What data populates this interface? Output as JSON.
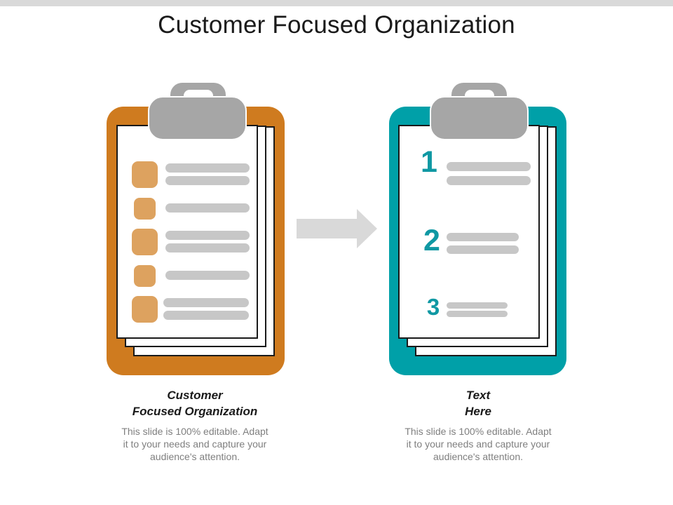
{
  "title": "Customer Focused Organization",
  "colors": {
    "left_board": "#cf7b1f",
    "right_board": "#00a0a8",
    "bullet": "#dda25f",
    "line": "#c7c7c7",
    "clip": "#a6a6a6",
    "arrow": "#d9d9d9",
    "number": "#0f98a3"
  },
  "left_clipboard": {
    "caption_title_line1": "Customer",
    "caption_title_line2": "Focused Organization",
    "body_line1": "This slide is 100% editable. Adapt",
    "body_line2": "it to your needs and capture your",
    "body_line3": "audience's attention."
  },
  "right_clipboard": {
    "steps": [
      "1",
      "2",
      "3"
    ],
    "caption_title_line1": "Text",
    "caption_title_line2": "Here",
    "body_line1": "This slide is 100% editable. Adapt",
    "body_line2": "it to your needs and capture your",
    "body_line3": "audience's attention."
  },
  "arrow_icon": "right-arrow-icon"
}
